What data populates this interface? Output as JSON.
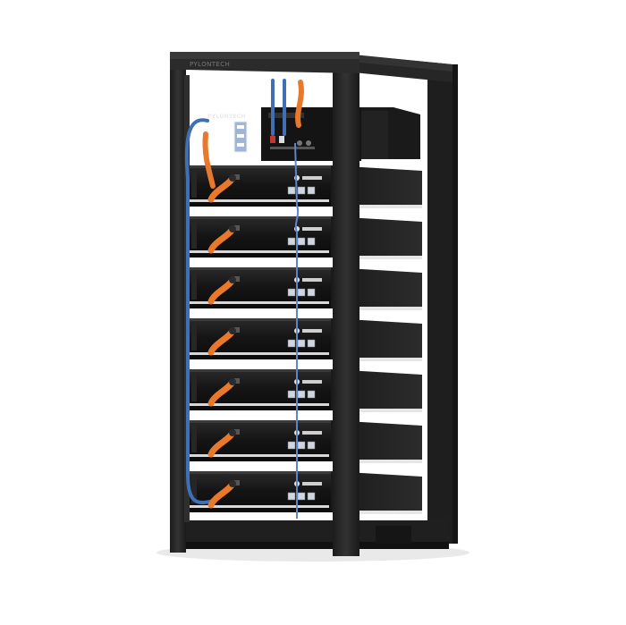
{
  "image": {
    "description_subject": "battery-rack",
    "brand": "PYLONTECH",
    "battery_module_count": 7,
    "colors": {
      "background": "#ffffff",
      "rack_frame": "#2a2a2a",
      "module_body": "#141414",
      "power_cable": "#e8782a",
      "data_cable": "#3f6fb5",
      "stripe": "#d8d8d8"
    }
  }
}
